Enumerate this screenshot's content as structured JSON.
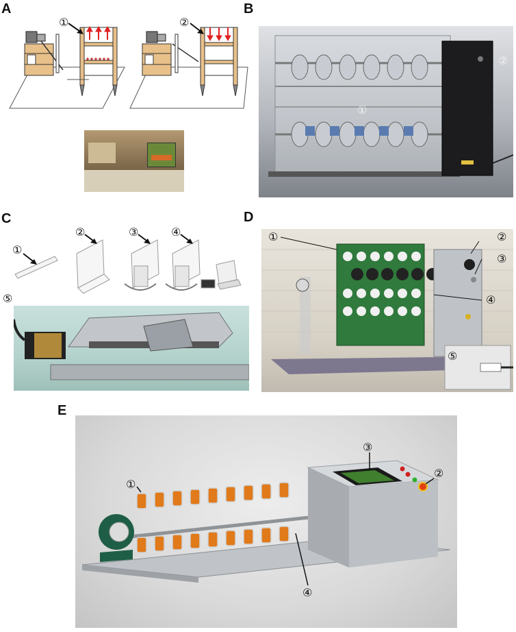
{
  "panels": {
    "A": {
      "letter": "A",
      "callouts": [
        "①",
        "②"
      ]
    },
    "B": {
      "letter": "B",
      "callouts": [
        "①",
        "②"
      ]
    },
    "C": {
      "letter": "C",
      "callouts": [
        "①",
        "②",
        "③",
        "④",
        "⑤"
      ]
    },
    "D": {
      "letter": "D",
      "callouts": [
        "①",
        "②",
        "③",
        "④",
        "⑤"
      ]
    },
    "E": {
      "letter": "E",
      "callouts": [
        "①",
        "②",
        "③",
        "④"
      ]
    }
  },
  "colors": {
    "wood": "#e8c08a",
    "arrow_red": "#e02020",
    "steel": "#b8bcc4",
    "panel_dark": "#1c1c1e",
    "pcb_green": "#2f7a3c",
    "grain_orange": "#e07a1a",
    "bearing_green": "#1f5e46"
  }
}
